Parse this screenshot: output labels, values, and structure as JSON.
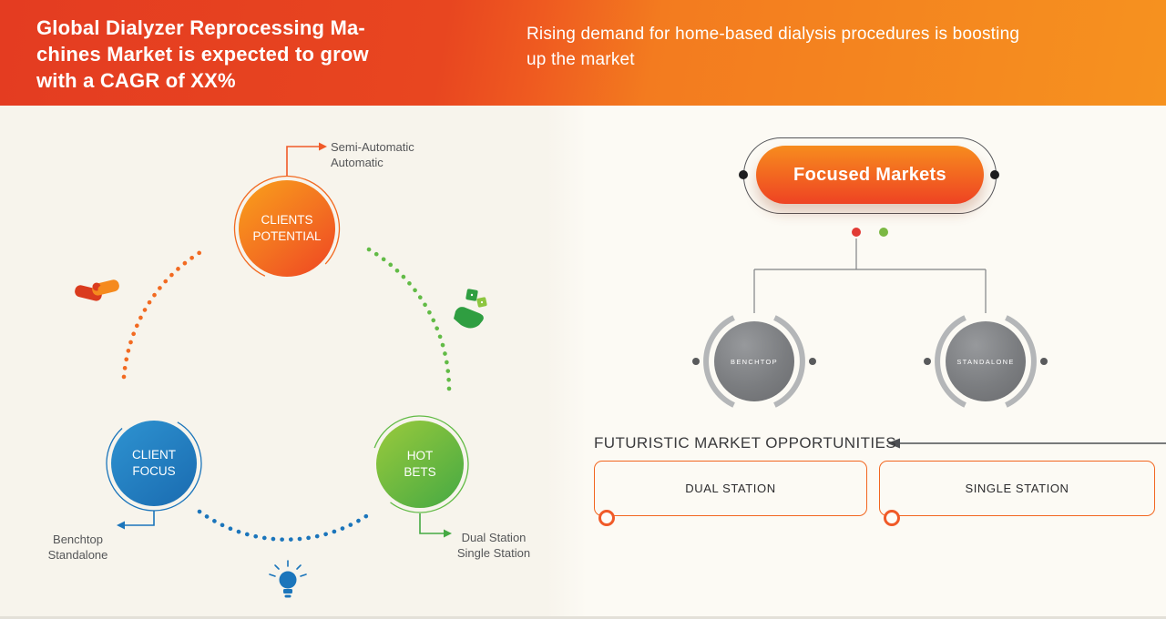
{
  "colors": {
    "header_gradient_left": "#e43c21",
    "header_gradient_right": "#f6921f",
    "orange": "#f26a21",
    "red_orange": "#ef4423",
    "blue": "#1b75bb",
    "green": "#62bb46",
    "gray_node": "#7b7d80",
    "line_gray": "#808285",
    "background_left": "#f7f4ec",
    "background_right": "#fcfaf4"
  },
  "header": {
    "title_lines": [
      "Global Dialyzer Reprocessing Ma-",
      "chines Market is expected to grow",
      "with a CAGR of XX%"
    ],
    "subtitle_lines": [
      "Rising demand for home-based dialysis procedures is boosting",
      "up the market"
    ]
  },
  "strategy_matrix": {
    "clients_potential": {
      "label_line1": "CLIENTS",
      "label_line2": "POTENTIAL",
      "callout_line1": "Semi-Automatic",
      "callout_line2": "Automatic"
    },
    "client_focus": {
      "label_line1": "CLIENT",
      "label_line2": "FOCUS",
      "callout_line1": "Benchtop",
      "callout_line2": "Standalone"
    },
    "hot_bets": {
      "label_line1": "HOT",
      "label_line2": "BETS",
      "callout_line1": "Dual Station",
      "callout_line2": "Single Station"
    },
    "icons": {
      "handshake": "handshake-icon",
      "money_hand": "money-hand-icon",
      "lightbulb": "lightbulb-icon"
    }
  },
  "focused_markets": {
    "title": "Focused Markets",
    "node_left": "BENCHTOP",
    "node_right": "STANDALONE",
    "heading": "FUTURISTIC MARKET OPPORTUNITIES",
    "box_left": "DUAL STATION",
    "box_right": "SINGLE STATION"
  }
}
